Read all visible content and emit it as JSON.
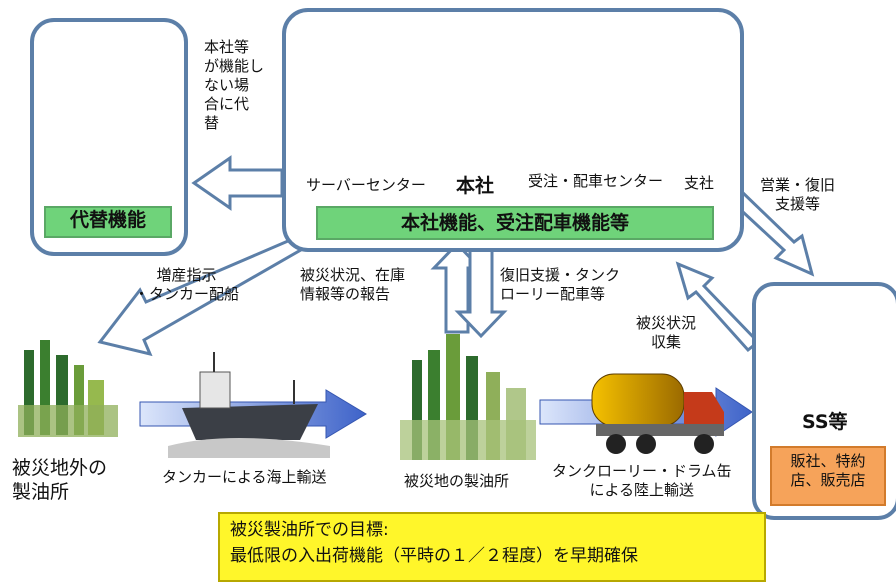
{
  "alt": {
    "note": [
      "本社等",
      "が機能し",
      "ない場",
      "合に代",
      "替"
    ],
    "label": "代替機能"
  },
  "hq": {
    "server_label": "サーバーセンター",
    "hq_label": "本社",
    "call_label": "受注・配車センター",
    "branch_label": "支社",
    "function_label": "本社機能、受注配車機能等"
  },
  "flows": {
    "support": [
      "営業・復旧",
      "支援等"
    ],
    "increase": [
      "増産指示",
      "・タンカー配船"
    ],
    "report": [
      "被災状況、在庫",
      "情報等の報告"
    ],
    "restore": [
      "復旧支援・タンク",
      "ローリー配車等"
    ],
    "collect": [
      "被災状況",
      "収集"
    ]
  },
  "bottom": {
    "refinery_out": [
      "被災地外の",
      "製油所"
    ],
    "tanker": "タンカーによる海上輸送",
    "refinery_in": "被災地の製油所",
    "lorry": [
      "タンクローリー・ドラム缶",
      "による陸上輸送"
    ]
  },
  "ss": {
    "title": "SS等",
    "sub": [
      "販社、特約",
      "店、販売店"
    ]
  },
  "goal": {
    "line1": "被災製油所での目標:",
    "line2": "最低限の入出荷機能（平時の１／２程度）を早期確保"
  },
  "colors": {
    "frame": "#5c7fa8",
    "green": "#6fd37a",
    "orange": "#f6a35a",
    "yellow": "#fff62a",
    "arrow": "#3e63c9"
  }
}
